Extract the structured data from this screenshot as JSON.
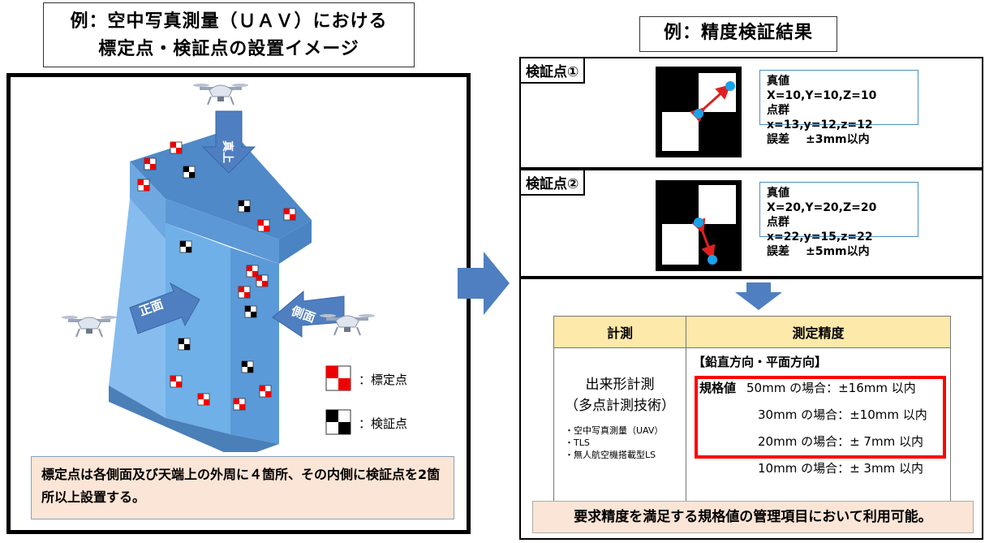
{
  "left": {
    "title_line1": "例：空中写真測量（ＵＡＶ）における",
    "title_line2": "標定点・検証点の設置イメージ",
    "arrow_top": "真上",
    "arrow_front": "正面",
    "arrow_side": "側面",
    "legend": {
      "control_point": "：標定点",
      "check_point": "：検証点"
    },
    "note": "標定点は各側面及び天端上の外周に４箇所、その内側に検証点を2箇所以上設置する。"
  },
  "right": {
    "title": "例：精度検証結果",
    "check1": {
      "tag": "検証点①",
      "true_label": "真値",
      "true_value": "X=10,Y=10,Z=10",
      "cloud_label": "点群",
      "cloud_value": "x=13,y=12,z=12",
      "error_label": "誤差",
      "error_value": "±3mm以内"
    },
    "check2": {
      "tag": "検証点②",
      "true_label": "真値",
      "true_value": "X=20,Y=20,Z=20",
      "cloud_label": "点群",
      "cloud_value": "x=22,y=15,z=22",
      "error_label": "誤差",
      "error_value": "±5mm以内"
    },
    "table": {
      "header_measure": "計測",
      "header_accuracy": "測定精度",
      "measure_main1": "出来形計測",
      "measure_main2": "（多点計測技術）",
      "methods": [
        "・空中写真測量（UAV）",
        "・TLS",
        "・無人航空機搭載型LS"
      ],
      "direction": "【鉛直方向・平面方向】",
      "spec_label": "規格値",
      "rows": [
        "50mm の場合：±16mm 以内",
        "30mm の場合：±10mm 以内",
        "20mm の場合：±  7mm 以内",
        "10mm の場合：±  3mm 以内"
      ]
    },
    "requirement": "要求精度を満足する規格値の管理項目において利用可能。"
  },
  "colors": {
    "structure": "#6fb0e8",
    "arrow": "#4f7fc0",
    "note_bg": "#fbe5d6",
    "header_bg": "#fde9a9",
    "highlight": "#ff0000",
    "dot": "#1aa3e8"
  }
}
